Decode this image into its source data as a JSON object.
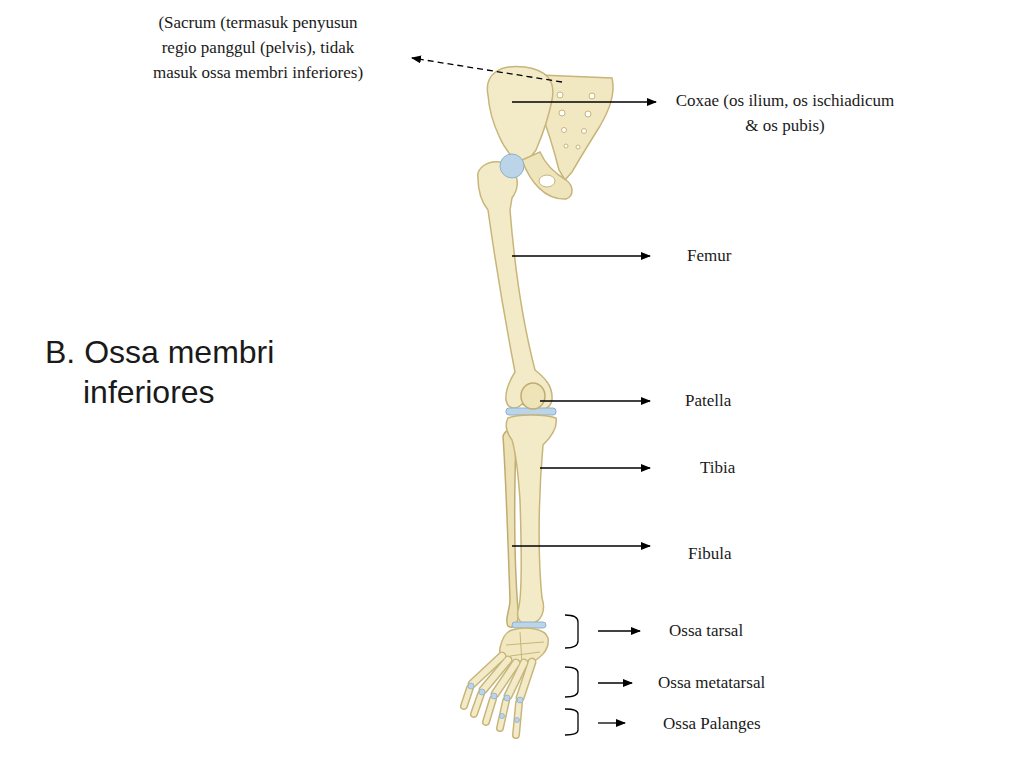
{
  "diagram": {
    "title": "B. Ossa membri inferiores",
    "labels": [
      "(Sacrum (termasuk penyusun regio panggul (pelvis), tidak masuk ossa membri inferiores)",
      "Coxae (os ilium, os ischiadicum & os pubis)",
      "Femur",
      "Patella",
      "Tibia",
      "Fibula",
      "Ossa tarsal",
      "Ossa metatarsal",
      "Ossa Palanges"
    ]
  }
}
